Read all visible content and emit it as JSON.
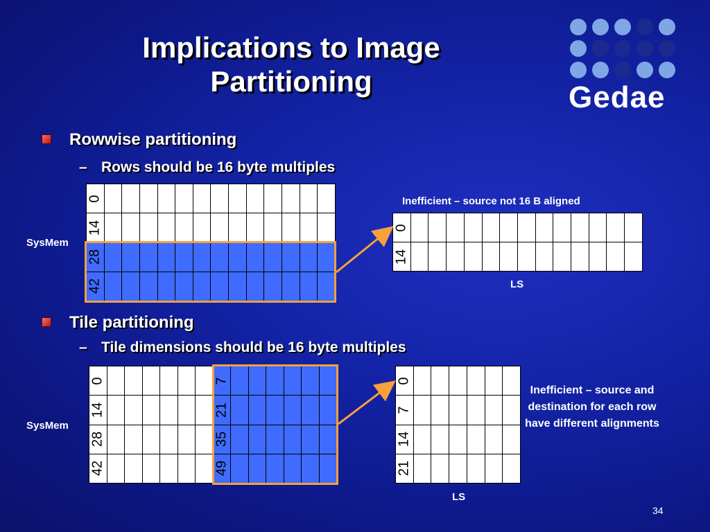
{
  "slide": {
    "title_line1": "Implications to Image",
    "title_line2": "Partitioning",
    "page_number": "34",
    "logo_text": "Gedae"
  },
  "rowwise": {
    "bullet": "Rowwise partitioning",
    "sub": "Rows should be 16 byte multiples",
    "sysmem_label": "SysMem",
    "sysmem_rows": [
      "0",
      "14",
      "28",
      "42"
    ],
    "highlight_rows": [
      2,
      3
    ],
    "ls_caption": "Inefficient – source not 16 B aligned",
    "ls_rows": [
      "0",
      "14"
    ],
    "ls_label": "LS"
  },
  "tile": {
    "bullet": "Tile partitioning",
    "sub": "Tile dimensions should be 16 byte multiples",
    "sysmem_label": "SysMem",
    "sysmem_left_rows": [
      "0",
      "14",
      "28",
      "42"
    ],
    "sysmem_right_rows": [
      "7",
      "21",
      "35",
      "49"
    ],
    "ls_rows": [
      "0",
      "7",
      "14",
      "21"
    ],
    "ls_label": "LS",
    "callout": "Inefficient – source and destination  for each row have different alignments"
  },
  "colors": {
    "highlight": "#3f6bff",
    "outline": "#f7a13b",
    "bullet_square": "#d02020"
  }
}
